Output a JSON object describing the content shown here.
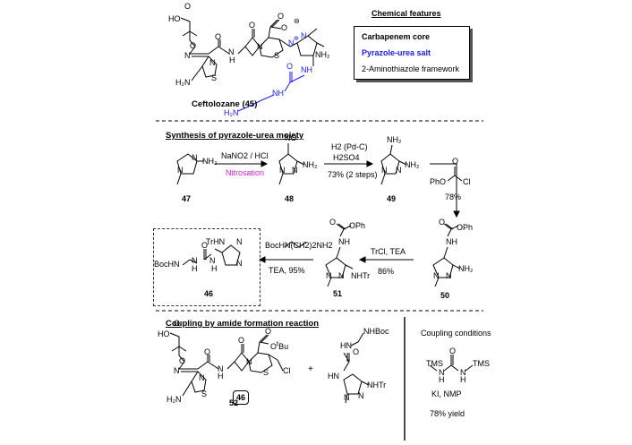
{
  "top": {
    "compound_name": "Ceftolozane (45)",
    "features_title": "Chemical features",
    "features": [
      {
        "text": "Carbapenem core",
        "color": "#000000"
      },
      {
        "text": "Pyrazole-urea salt",
        "color": "#1a1aff"
      },
      {
        "text": "2-Aminothiazole framework",
        "color": "#000000"
      }
    ]
  },
  "section2": {
    "title": "Synthesis of pyrazole-urea moiety",
    "steps": [
      {
        "reagent": "NaNO2 / HCl",
        "note": "Nitrosation",
        "note_color": "#e020e0"
      },
      {
        "reagent": "H2 (Pd-C)",
        "reagent2": "H2SO4",
        "yield": "73% (2 steps)"
      },
      {
        "reagent": "PhO(C=O)Cl",
        "yield": "78%"
      },
      {
        "reagent": "TrCl, TEA",
        "yield": "86%"
      },
      {
        "reagent": "BocHN(CH2)2NH2",
        "reagent2": "TEA, 95%"
      }
    ],
    "compounds": [
      "47",
      "48",
      "49",
      "50",
      "51",
      "46"
    ]
  },
  "section3": {
    "title": "Coupling by amide formation reaction",
    "compound_52": "52",
    "compound_46": "46",
    "plus": "+",
    "conditions_title": "Coupling conditions",
    "reagents": "KI, NMP",
    "yield": "78% yield"
  }
}
